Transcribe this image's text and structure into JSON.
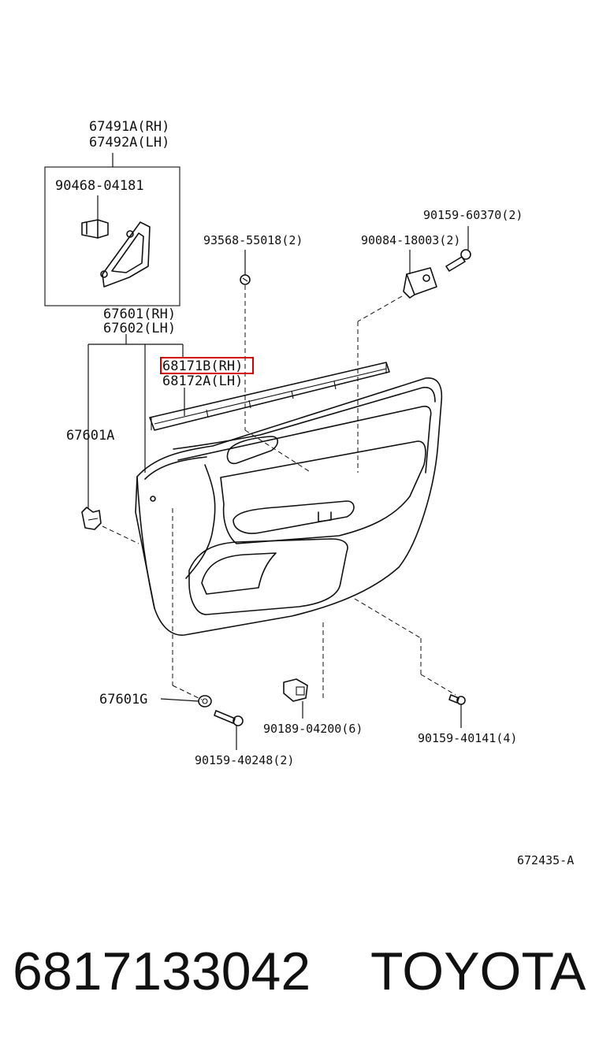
{
  "callouts": {
    "c_67491A": "67491A(RH)",
    "c_67492A": "67492A(LH)",
    "c_90468": "90468-04181",
    "c_90159_60370": "90159-60370(2)",
    "c_93568": "93568-55018(2)",
    "c_90084": "90084-18003(2)",
    "c_67601": "67601(RH)",
    "c_67602": "67602(LH)",
    "c_68171B": "68171B(RH)",
    "c_68172A": "68172A(LH)",
    "c_67601A": "67601A",
    "c_67601G": "67601G",
    "c_90189": "90189-04200(6)",
    "c_90159_40141": "90159-40141(4)",
    "c_90159_40248": "90159-40248(2)"
  },
  "drawing_ref": "672435-A",
  "highlight_part": "68171B(RH)",
  "footer": {
    "part_number": "6817133042",
    "brand": "TOYOTA"
  },
  "colors": {
    "line": "#111111",
    "highlight": "#d40000",
    "background": "#ffffff"
  }
}
